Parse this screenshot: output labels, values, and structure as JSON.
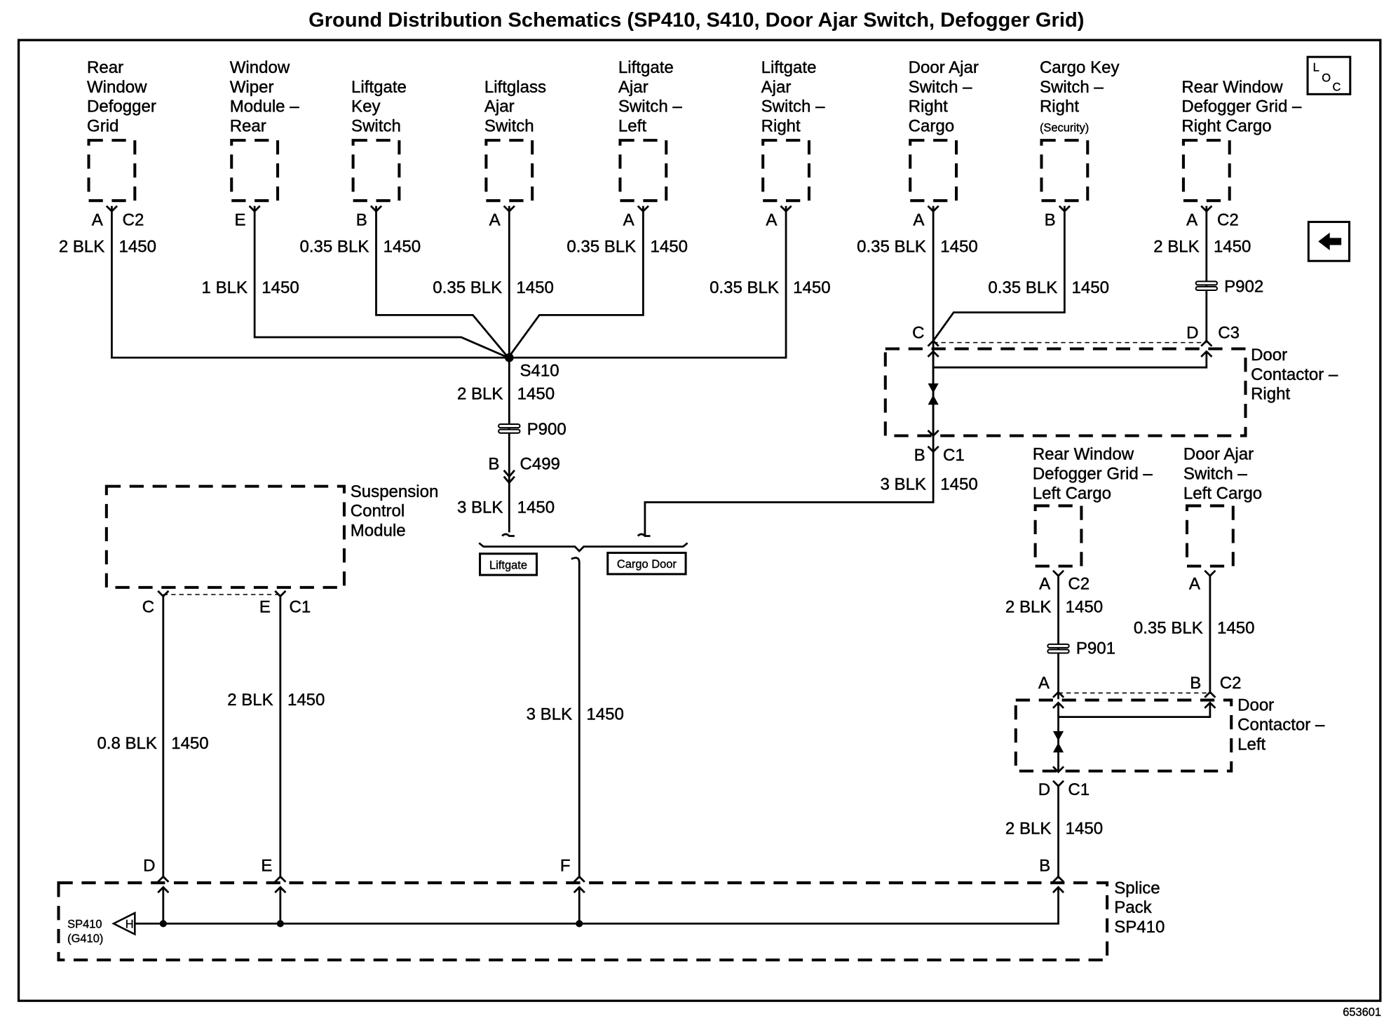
{
  "title": "Ground Distribution Schematics (SP410, S410, Door Ajar Switch, Defogger Grid)",
  "figure_id": "653601",
  "nav": {
    "loc_letters": [
      "L",
      "O",
      "C"
    ],
    "back_icon": "left-arrow-icon"
  },
  "components": [
    {
      "id": "rear-window-defogger-grid",
      "lines": [
        "Rear",
        "Window",
        "Defogger",
        "Grid"
      ],
      "pin": "A",
      "connector": "C2",
      "wire_size": "2 BLK",
      "circuit": "1450"
    },
    {
      "id": "window-wiper-module-rear",
      "lines": [
        "Window",
        "Wiper",
        "Module –",
        "Rear"
      ],
      "pin": "E",
      "connector": "",
      "wire_size": "1 BLK",
      "circuit": "1450"
    },
    {
      "id": "liftgate-key-switch",
      "lines": [
        "Liftgate",
        "Key",
        "Switch"
      ],
      "pin": "B",
      "connector": "",
      "wire_size": "0.35 BLK",
      "circuit": "1450"
    },
    {
      "id": "liftglass-ajar-switch",
      "lines": [
        "Liftglass",
        "Ajar",
        "Switch"
      ],
      "pin": "A",
      "connector": "",
      "wire_size": "0.35 BLK",
      "circuit": "1450"
    },
    {
      "id": "liftgate-ajar-switch-left",
      "lines": [
        "Liftgate",
        "Ajar",
        "Switch –",
        "Left"
      ],
      "pin": "A",
      "connector": "",
      "wire_size": "0.35 BLK",
      "circuit": "1450"
    },
    {
      "id": "liftgate-ajar-switch-right",
      "lines": [
        "Liftgate",
        "Ajar",
        "Switch –",
        "Right"
      ],
      "pin": "A",
      "connector": "",
      "wire_size": "0.35 BLK",
      "circuit": "1450"
    },
    {
      "id": "door-ajar-switch-right-cargo",
      "lines": [
        "Door Ajar",
        "Switch –",
        "Right",
        "Cargo"
      ],
      "pin": "A",
      "connector": "",
      "wire_size": "0.35 BLK",
      "circuit": "1450"
    },
    {
      "id": "cargo-key-switch-right",
      "lines": [
        "Cargo Key",
        "Switch –",
        "Right"
      ],
      "sub": "(Security)",
      "pin": "B",
      "connector": "",
      "wire_size": "0.35 BLK",
      "circuit": "1450"
    },
    {
      "id": "rear-window-defogger-grid-right-cargo",
      "lines": [
        "Rear Window",
        "Defogger Grid –",
        "Right Cargo"
      ],
      "pin": "A",
      "connector": "C2",
      "wire_size": "2 BLK",
      "circuit": "1450"
    }
  ],
  "splice_s410": {
    "label": "S410",
    "out_wire_size": "2 BLK",
    "out_circuit": "1450",
    "inline": "P900",
    "pin": "B",
    "connector": "C499",
    "lower_wire_size": "3 BLK",
    "lower_circuit": "1450"
  },
  "options": {
    "liftgate": "Liftgate",
    "cargo_door": "Cargo Door"
  },
  "door_contactor_right": {
    "lines": [
      "Door",
      "Contactor –",
      "Right"
    ],
    "top_pin_left": "C",
    "top_pin_right": "D",
    "top_connector": "C3",
    "bottom_pin": "B",
    "bottom_connector": "C1",
    "inline": "P902",
    "out_wire_size": "3 BLK",
    "out_circuit": "1450"
  },
  "rear_window_defogger_left": {
    "lines": [
      "Rear Window",
      "Defogger Grid –",
      "Left Cargo"
    ],
    "pin": "A",
    "connector": "C2",
    "wire_size": "2 BLK",
    "circuit": "1450",
    "inline": "P901"
  },
  "door_ajar_switch_left": {
    "lines": [
      "Door Ajar",
      "Switch –",
      "Left Cargo"
    ],
    "pin": "A",
    "wire_size": "0.35 BLK",
    "circuit": "1450"
  },
  "door_contactor_left": {
    "lines": [
      "Door",
      "Contactor –",
      "Left"
    ],
    "top_pin_left": "A",
    "top_pin_right": "B",
    "top_connector": "C2",
    "bottom_pin": "D",
    "bottom_connector": "C1",
    "out_wire_size": "2 BLK",
    "out_circuit": "1450"
  },
  "suspension_module": {
    "lines": [
      "Suspension",
      "Control",
      "Module"
    ],
    "pin_c": "C",
    "pin_e": "E",
    "connector": "C1",
    "wire_c_size": "0.8 BLK",
    "wire_c_circuit": "1450",
    "wire_e_size": "2 BLK",
    "wire_e_circuit": "1450"
  },
  "center_wire": {
    "wire_size": "3 BLK",
    "circuit": "1450"
  },
  "splice_pack": {
    "lines": [
      "Splice",
      "Pack",
      "SP410"
    ],
    "pins": [
      "D",
      "E",
      "F",
      "B"
    ],
    "ground_label": "SP410",
    "ground_sub": "(G410)",
    "ground_pin": "H"
  }
}
